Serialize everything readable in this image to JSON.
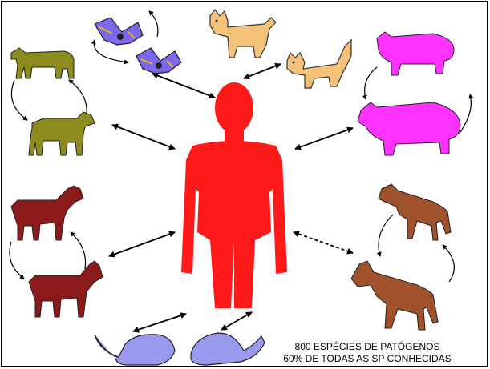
{
  "caption": {
    "line1": "800 ESPÉCIES DE PATÓGENOS",
    "line2": "60% DE TODAS AS SP CONHECIDAS"
  },
  "colors": {
    "human": "#ff1a1a",
    "cattle": "#8c8c1e",
    "pig": "#ff33ff",
    "goat": "#8b1a1a",
    "dog": "#a0522d",
    "cat": "#f5c27a",
    "bat": "#7b68ee",
    "rodent": "#9999ee"
  },
  "groups": [
    {
      "name": "bats",
      "count": 2,
      "icon": "bat-icon"
    },
    {
      "name": "cats",
      "count": 2,
      "icon": "cat-icon"
    },
    {
      "name": "pigs",
      "count": 2,
      "icon": "pig-icon"
    },
    {
      "name": "cattle",
      "count": 2,
      "icon": "cow-icon"
    },
    {
      "name": "goats",
      "count": 2,
      "icon": "goat-icon"
    },
    {
      "name": "dogs",
      "count": 2,
      "icon": "dog-icon"
    },
    {
      "name": "rodents",
      "count": 2,
      "icon": "rat-icon"
    }
  ]
}
